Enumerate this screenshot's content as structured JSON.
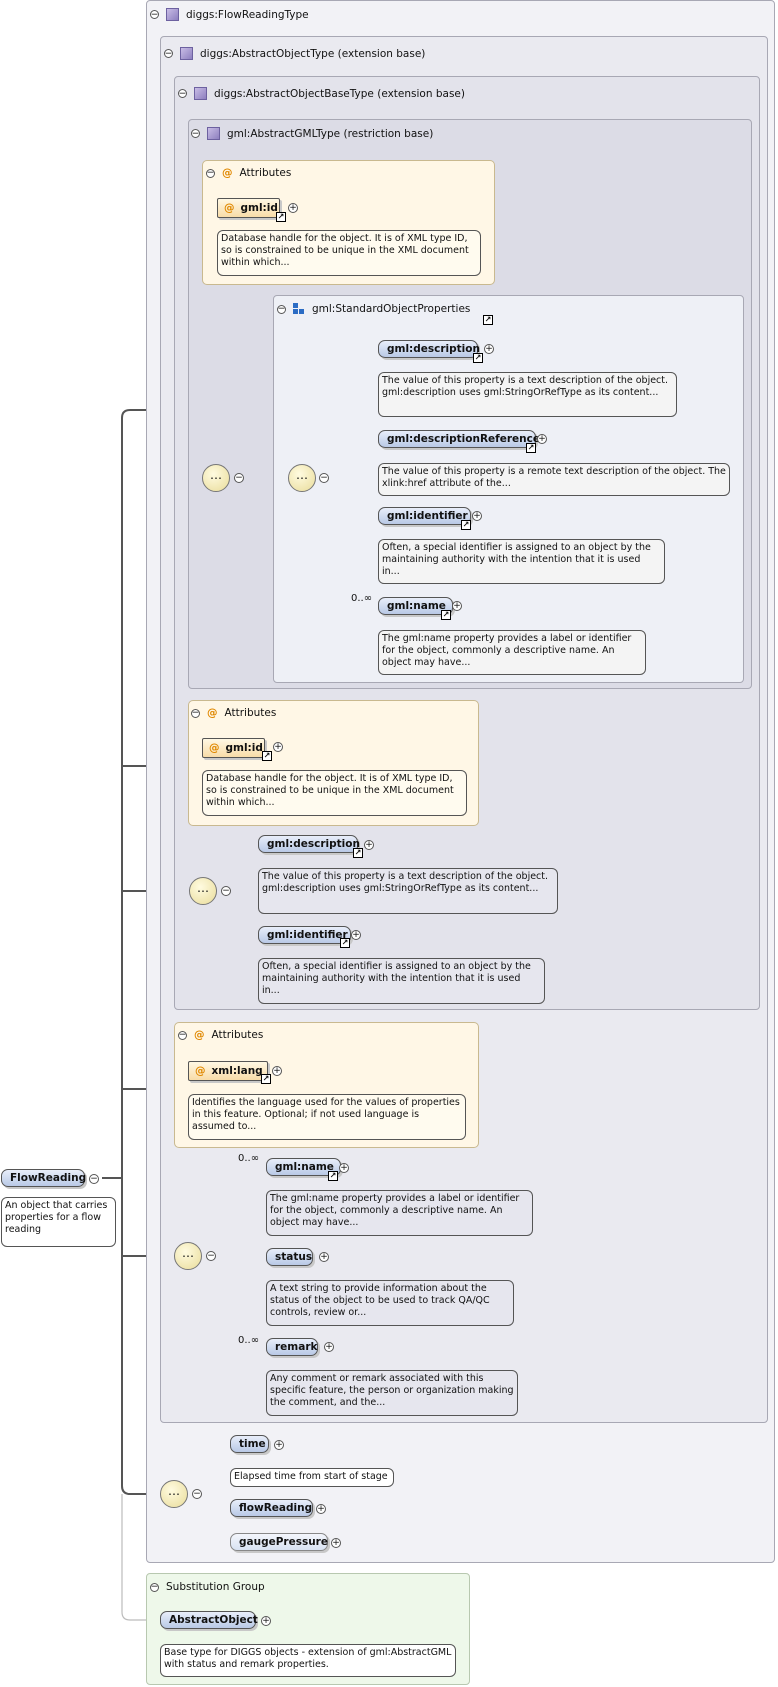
{
  "root": {
    "name": "FlowReading",
    "doc": "An object that carries properties for a flow reading"
  },
  "types": {
    "flow_reading": "diggs:FlowReadingType",
    "abstract_object": "diggs:AbstractObjectType (extension base)",
    "abstract_object_base": "diggs:AbstractObjectBaseType (extension base)",
    "abstract_gml": "gml:AbstractGMLType (restriction base)",
    "standard_props": "gml:StandardObjectProperties"
  },
  "labels": {
    "attributes": "Attributes",
    "substitution_group": "Substitution Group",
    "at": "@",
    "ref": "↗",
    "unbounded": "0..∞"
  },
  "gml_attrs": {
    "id_name": "gml:id",
    "id_doc": "Database handle for the object. It is of XML type ID, so is constrained to be unique in the XML document within which..."
  },
  "xml_lang": {
    "name": "xml:lang",
    "doc": "Identifies the language used for the values of properties in this feature. Optional; if not used language is assumed to..."
  },
  "std_elements": [
    {
      "name": "gml:description",
      "doc": "The value of this property is a text description of the object. gml:description uses gml:StringOrRefType as its content..."
    },
    {
      "name": "gml:descriptionReference",
      "doc": "The value of this property is a remote text description of the object. The xlink:href attribute of the..."
    },
    {
      "name": "gml:identifier",
      "doc": "Often, a special identifier is assigned to an object by the maintaining authority with the intention that it is used in..."
    },
    {
      "name": "gml:name",
      "doc": "The gml:name property provides a label or identifier for the object, commonly a descriptive name. An object may have..."
    }
  ],
  "diggs_elements": [
    {
      "name": "status",
      "doc": "A text string to provide information about the status of the object to be used to track QA/QC controls, review or..."
    },
    {
      "name": "remark",
      "doc": "Any comment or remark associated with this specific feature, the person or organization making the comment, and the..."
    }
  ],
  "flow_elements": [
    {
      "name": "time",
      "doc": "Elapsed time from start of stage"
    },
    {
      "name": "flowReading"
    },
    {
      "name": "gaugePressure"
    }
  ],
  "substitution": {
    "name": "AbstractObject",
    "doc": "Base type for DIGGS objects - extension of gml:AbstractGML with status and remark properties."
  }
}
